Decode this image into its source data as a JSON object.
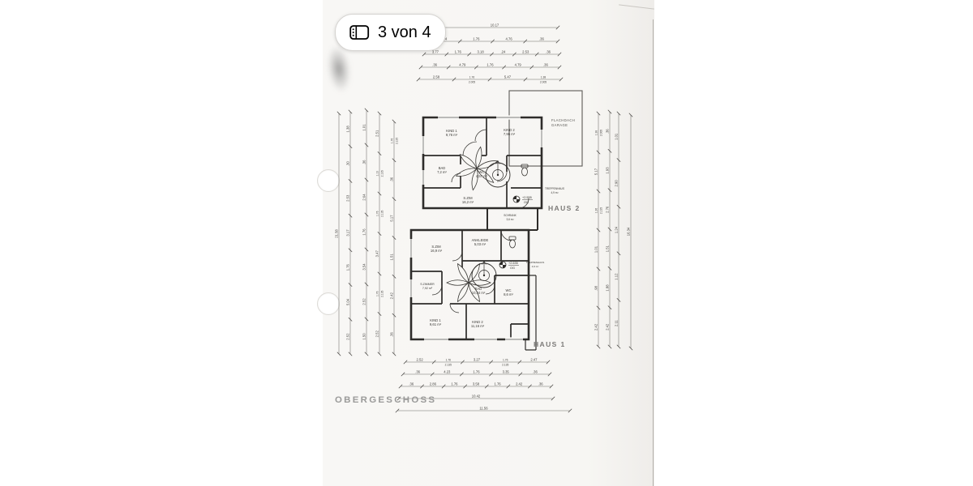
{
  "viewer": {
    "page_indicator": "3 von 4"
  },
  "plan": {
    "floor_label": "OBERGESCHOSS",
    "haus1": "HAUS 1",
    "haus2": "HAUS 2",
    "garage": [
      "FLACHDACH",
      "GARAGE"
    ],
    "levels": [
      {
        "value": "+2.555",
        "floor": "OG"
      },
      {
        "value": "+2.635",
        "floor": "OG"
      }
    ],
    "haus2_rooms": [
      {
        "name": "KIND 1",
        "area": "9,76 m²"
      },
      {
        "name": "KIND 2",
        "area": "7,96 m²"
      },
      {
        "name": "BAD",
        "area": "7,2 m²"
      },
      {
        "name": "WC",
        "area": "4,57 m²"
      },
      {
        "name": "S.ZIM",
        "area": "16,2 m²"
      },
      {
        "name": "SCHRANK",
        "area": "3,6 m²"
      },
      {
        "name": "TREPPENHAUS",
        "area": "4,9 m²"
      }
    ],
    "haus1_rooms": [
      {
        "name": "S.ZIM",
        "area": "16,9 m²"
      },
      {
        "name": "ANKLEIDE",
        "area": "5,03 m²"
      },
      {
        "name": "S.ZIMMER",
        "area": "7,92 m²"
      },
      {
        "name": "BAD",
        "area": "10,34 m²"
      },
      {
        "name": "WC",
        "area": "8,6 m²"
      },
      {
        "name": "KIND 1",
        "area": "9,61 m²"
      },
      {
        "name": "KIND 2",
        "area": "11,16 m²"
      },
      {
        "name": "TREPPENHAUS",
        "area": "4,9 m²"
      }
    ],
    "dimensions": {
      "top": [
        [
          "10.17"
        ],
        [
          "5.44",
          "1.76",
          "4.76",
          ".36"
        ],
        [
          "3.77",
          "1.76",
          "3.18",
          ".24",
          "2.53",
          ".36"
        ],
        [
          ".36",
          "4.79",
          "1.76",
          "4.79",
          ".36"
        ],
        [
          "2.58",
          "1.76|2.005",
          "5.47",
          "1.38|2.005"
        ]
      ],
      "bottom": [
        [
          "2.52",
          "1.76|2.135",
          "3.27",
          "1.76|2.135",
          "2.47"
        ],
        [
          ".36",
          "4.23",
          "1.76",
          "3.35",
          ".36"
        ],
        [
          ".36",
          "2.86",
          "1.76",
          "3.58",
          "1.76",
          "2.42",
          ".36"
        ],
        [
          "10.42"
        ],
        [
          "11.56"
        ]
      ],
      "left": [
        [
          "21.58"
        ],
        [
          "1.38",
          ".30",
          "2.53",
          "3.17",
          "1.76",
          "5.04",
          "2.52"
        ],
        [
          "1.01",
          ".36",
          "2.64",
          "1.76",
          "3.54",
          "2.52",
          "1.50"
        ],
        [
          "2.51",
          "1.13|2.135",
          "1.76|2.135",
          "3.47",
          "1.76|2.135",
          "2.52"
        ],
        [
          "1.76|2.135",
          ".36",
          "5.17",
          "1.51",
          "2.42",
          ".36"
        ]
      ],
      "right": [
        [
          "1.38|2.005",
          "5.17",
          "1.26|2.135",
          "1.01",
          ".98",
          "2.42"
        ],
        [
          ".36",
          "1.93",
          "2.76",
          "1.51",
          "1.88",
          "2.42"
        ],
        [
          "1.01",
          "2.90",
          "1.24",
          "1.12",
          "2.11"
        ],
        [
          "16.34"
        ]
      ]
    }
  }
}
